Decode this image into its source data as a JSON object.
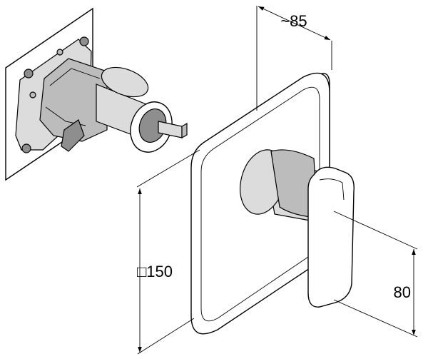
{
  "dimensions": {
    "depth": "~85",
    "plate_size": "□150",
    "lever_height": "80"
  }
}
